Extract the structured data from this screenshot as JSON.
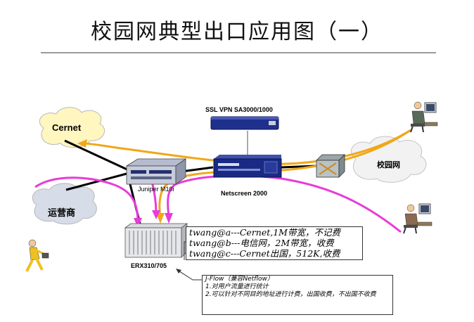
{
  "title": "校园网典型出口应用图（一）",
  "nodes": {
    "ssl_vpn_label": "SSL VPN SA3000/1000",
    "netscreen_label": "Netscreen 2000",
    "juniper_label": "Juniper M10i",
    "erx_label": "ERX310/705"
  },
  "clouds": {
    "cernet": "Cernet",
    "isp": "运营商",
    "campus": "校园网"
  },
  "accounting_note": {
    "lines": [
      "twang@a---Cernet,1M带宽，不记费",
      "twang@b---电信网，2M带宽，收费",
      "twang@c---Cernet出国，512K,收费"
    ]
  },
  "jflow_note": {
    "title": "J-Flow（兼容Netflow）",
    "lines": [
      "1.对用户流量进行统计",
      "2.可以针对不同目的地址进行计费，出国收费，不出国不收费"
    ]
  },
  "colors": {
    "orange_path": "#f0a818",
    "magenta_path": "#e83cd8",
    "black_link": "#000000",
    "cloud_fill": "#d6dde8",
    "cernet_fill": "#fff6c0"
  }
}
